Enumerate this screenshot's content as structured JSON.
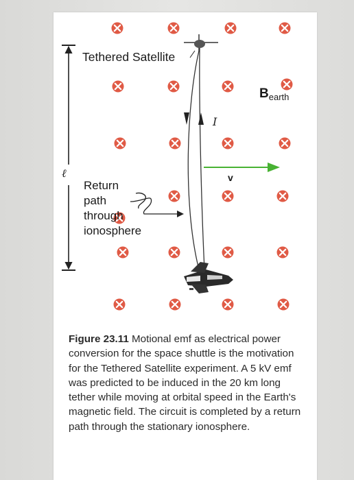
{
  "figure": {
    "labels": {
      "tethered_satellite": "Tethered Satellite",
      "b_main": "B",
      "b_sub": "earth",
      "current": "I",
      "velocity": "v",
      "length": "ℓ",
      "return_line1": "Return",
      "return_line2": "path",
      "return_line3": "through",
      "return_line4": "ionosphere"
    },
    "colors": {
      "field_symbol": "#e05a45",
      "velocity_arrow": "#48b233",
      "tether": "#333333"
    },
    "field_symbol_icon": "x-in-circle-icon"
  },
  "caption": {
    "number": "Figure 23.11",
    "text": " Motional emf as electrical power conversion for the space shuttle is the motivation for the Tethered Satellite experiment. A 5 kV emf was predicted to be induced in the 20 km long tether while moving at orbital speed in the Earth's magnetic field. The circuit is completed by a return path through the stationary ionosphere."
  }
}
